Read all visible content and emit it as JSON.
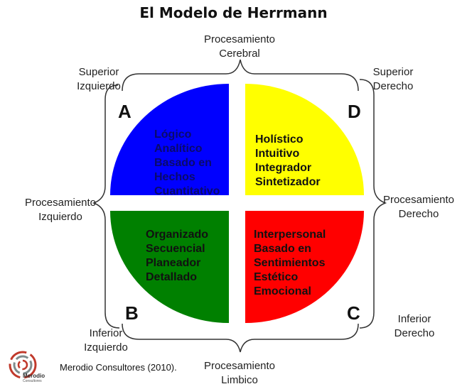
{
  "title": "El Modelo de Herrmann",
  "labels": {
    "top": [
      "Procesamiento",
      "Cerebral"
    ],
    "bottom": [
      "Procesamiento",
      "Limbico"
    ],
    "left": [
      "Procesamiento",
      "Izquierdo"
    ],
    "right": [
      "Procesamiento",
      "Derecho"
    ],
    "upper_left": [
      "Superior",
      "Izquierdo"
    ],
    "upper_right": [
      "Superior",
      "Derecho"
    ],
    "lower_left": [
      "Inferior",
      "Izquierdo"
    ],
    "lower_right": [
      "Inferior",
      "Derecho"
    ]
  },
  "quadrants": [
    {
      "letter": "A",
      "color": "#0000ff",
      "text_color": "#0a0a6a",
      "lines": [
        "Lógico",
        "Analítico",
        "Basado en",
        "Hechos",
        "Cuantitativo"
      ]
    },
    {
      "letter": "D",
      "color": "#ffff00",
      "text_color": "#111111",
      "lines": [
        "Holístico",
        "Intuitivo",
        "Integrador",
        "Sintetizador"
      ]
    },
    {
      "letter": "B",
      "color": "#008000",
      "text_color": "#111111",
      "lines": [
        "Organizado",
        "Secuencial",
        "Planeador",
        "Detallado"
      ]
    },
    {
      "letter": "C",
      "color": "#ff0000",
      "text_color": "#111111",
      "lines": [
        "Interpersonal",
        "Basado en",
        "Sentimientos",
        "Estético",
        "Emocional"
      ]
    }
  ],
  "footer": {
    "logo_text": "Merodio",
    "logo_subtext": "Consultores",
    "credit": "Merodio Consultores (2010)."
  }
}
